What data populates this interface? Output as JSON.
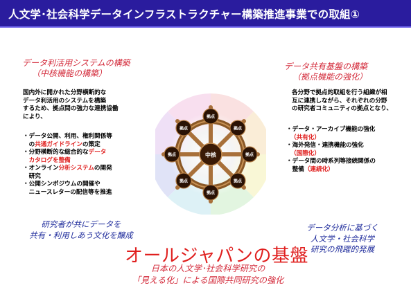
{
  "title": "人文学･社会科学データインフラストラクチャー構築推進事業での取組①",
  "left": {
    "heading_1": "データ利活用システムの構築",
    "heading_2": "（中核機能の構築）",
    "intro": [
      "国内外に開かれた分野横断的な",
      "データ利活用のシステムを構築",
      "するため、拠点間の強力な連携協働",
      "により、"
    ],
    "items": [
      {
        "prefix": "・データ公開、利用、権利関係等",
        "line2_plain": "　の",
        "line2_red": "共通ガイドライン",
        "line2_after": "の策定"
      },
      {
        "prefix": "・分野横断的な総合的な",
        "red": "データ",
        "line2_red": "　カタログを整備"
      },
      {
        "prefix": "・オンライン",
        "red": "分析システム",
        "after": "の開発",
        "line2_plain": "　研究"
      },
      {
        "prefix": "・公開シンポジウムの開催や",
        "line2_plain": "　ニュースレターの配信等を推進"
      }
    ],
    "footer": [
      "研究者が共にデータを",
      "共有・利用しあう文化を醸成"
    ]
  },
  "right": {
    "heading_1": "データ共有基盤の構築",
    "heading_2": "（拠点機能の強化）",
    "intro": [
      "各分野で拠点的取組を行う組織が相",
      "互に連携しながら、それぞれの分野",
      "の研究者コミュニティの拠点となり、"
    ],
    "items": [
      {
        "text": "・データ・アーカイブ機能の強化",
        "tag": "（共有化）"
      },
      {
        "text": "・海外発信・連携機能の強化",
        "tag": "（国際化）"
      },
      {
        "text": "・データ間の時系列等接続関係の",
        "text2": "　整備",
        "tag": "（連続化）"
      }
    ],
    "footer": [
      "データ分析に基づく",
      "人文学・社会科学",
      "研究の飛躍的発展"
    ]
  },
  "wheel": {
    "center": "中核",
    "nodes": [
      "拠点",
      "拠点",
      "拠点",
      "拠点",
      "拠点",
      "拠点",
      "拠点",
      "拠点"
    ],
    "colors": {
      "spoke": "#a8703a",
      "rim": "#8a5826",
      "node": "#2a1204",
      "center": "#3a1a06"
    }
  },
  "bottom": {
    "main": "オールジャパンの基盤",
    "sub_1": "日本の人文学･社会科学研究の",
    "sub_2": "「見える化」による国際共同研究の強化"
  },
  "colors": {
    "title_bg": "#2a1c9e",
    "red_heading": "#d32a3a",
    "blue_text": "#1f2c9c",
    "accent_red": "#e0201f"
  }
}
